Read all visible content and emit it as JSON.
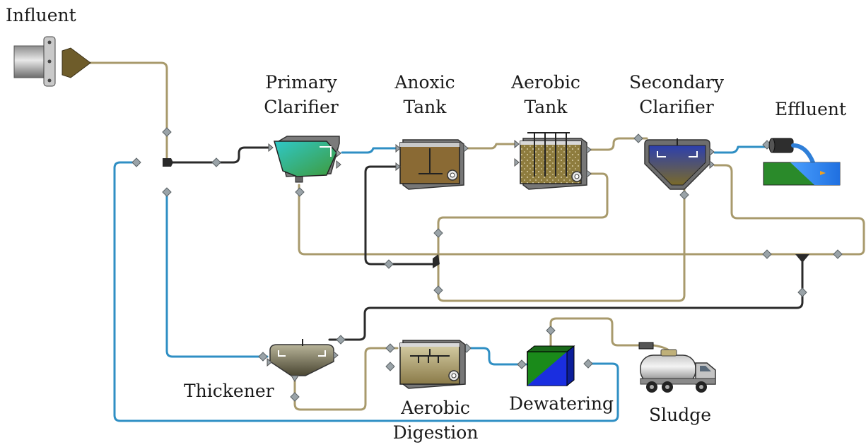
{
  "labels": {
    "influent": "Influent",
    "primary_clarifier": [
      "Primary",
      "Clarifier"
    ],
    "anoxic_tank": [
      "Anoxic",
      "Tank"
    ],
    "aerobic_tank": [
      "Aerobic",
      "Tank"
    ],
    "secondary_clarifier": [
      "Secondary",
      "Clarifier"
    ],
    "effluent": "Effluent",
    "thickener": "Thickener",
    "aerobic_digestion": [
      "Aerobic",
      "Digestion"
    ],
    "dewatering": "Dewatering",
    "sludge": "Sludge"
  },
  "colors": {
    "tan_pipe": "#a89a6c",
    "blue_pipe": "#2f8fc4",
    "black_pipe": "#2a2a2a",
    "connector": "#9aa3a8"
  }
}
